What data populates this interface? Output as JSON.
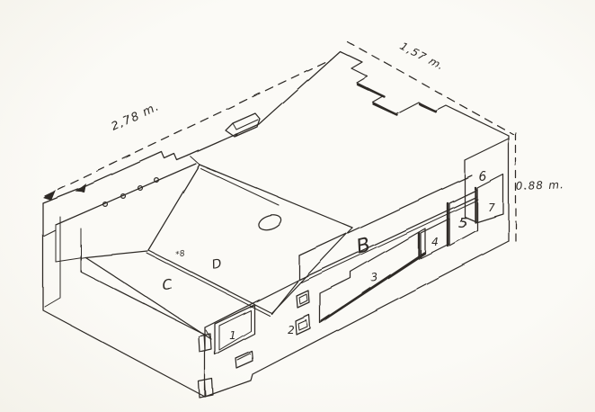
{
  "drawing": {
    "kind": "hand-drawn isometric sketch of machine enclosure"
  },
  "dimensions": {
    "length": "2,78 m.",
    "width": "1,57 m.",
    "height": "0.88 m."
  },
  "labels": {
    "b": "B",
    "c": "C",
    "d": "D",
    "mark8": "*8",
    "n1": "1",
    "n2": "2",
    "n3": "3",
    "n4": "4",
    "n5": "5",
    "n6": "6",
    "n7": "7"
  },
  "colors": {
    "paper": "#faf9f4",
    "ink": "#2e2b27"
  }
}
